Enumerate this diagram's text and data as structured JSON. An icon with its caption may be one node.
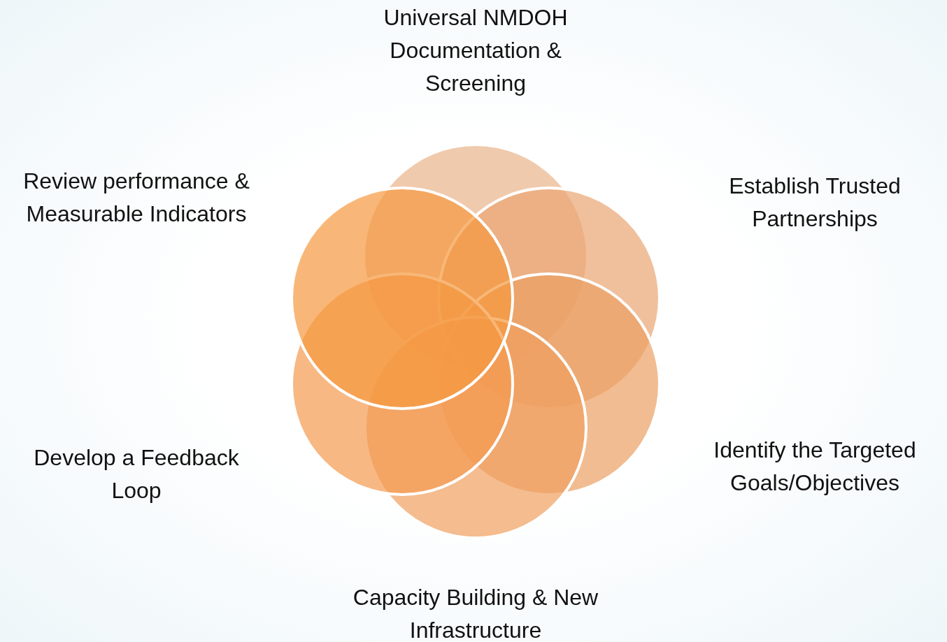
{
  "diagram": {
    "nodes": [
      {
        "text": [],
        "shape": "circle",
        "beside": [
          "Universal NMDOH Documentation & Screening"
        ]
      },
      {
        "text": [],
        "shape": "circle",
        "beside": [
          "Establish Trusted Partnerships"
        ]
      },
      {
        "text": [],
        "shape": "circle",
        "beside": [
          "Identify the Targeted Goals/Objectives"
        ]
      },
      {
        "text": [],
        "shape": "circle",
        "beside": [
          "Capacity Building & New Infrastructure"
        ]
      },
      {
        "text": [],
        "shape": "circle",
        "beside": [
          "Develop a Feedback Loop"
        ]
      },
      {
        "text": [],
        "shape": "circle",
        "beside": [
          "Review performance & Measurable Indicators"
        ]
      }
    ]
  }
}
